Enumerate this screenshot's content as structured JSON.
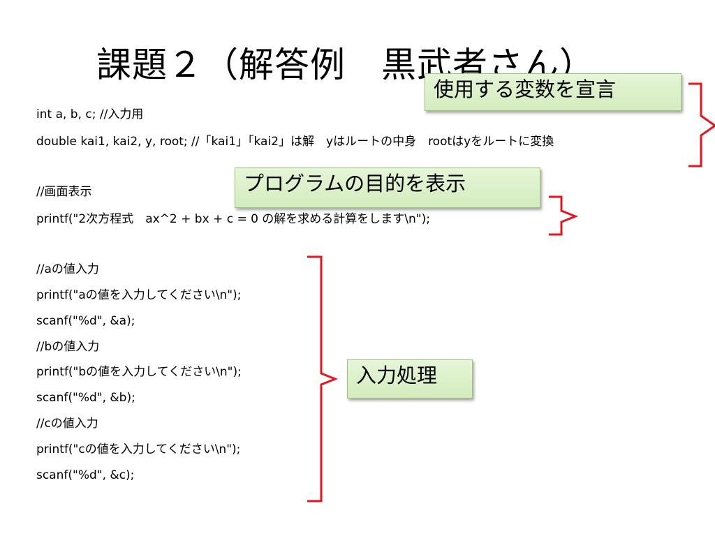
{
  "slide": {
    "title": "課題２（解答例　黒武者さん）",
    "code_lines": [
      "int a, b, c; //入力用",
      "double kai1, kai2, y, root; //「kai1」「kai2」は解　yはルートの中身　rootはyをルートに変換",
      "",
      "//画面表示",
      "printf(\"2次方程式　ax^2 + bx + c = 0 の解を求める計算をします\\n\");",
      "",
      "//aの値入力",
      "printf(\"aの値を入力してください\\n\");",
      "scanf(\"%d\", &a);",
      "//bの値入力",
      "printf(\"bの値を入力してください\\n\");",
      "scanf(\"%d\", &b);",
      "//cの値入力",
      "printf(\"cの値を入力してください\\n\");",
      "scanf(\"%d\", &c);"
    ],
    "callouts": {
      "declare": "使用する変数を宣言",
      "purpose": "プログラムの目的を表示",
      "input": "入力処理"
    }
  },
  "colors": {
    "bracket": "#e8131c",
    "callout_fill": "#d9efc6",
    "callout_border": "#9bc47a"
  }
}
